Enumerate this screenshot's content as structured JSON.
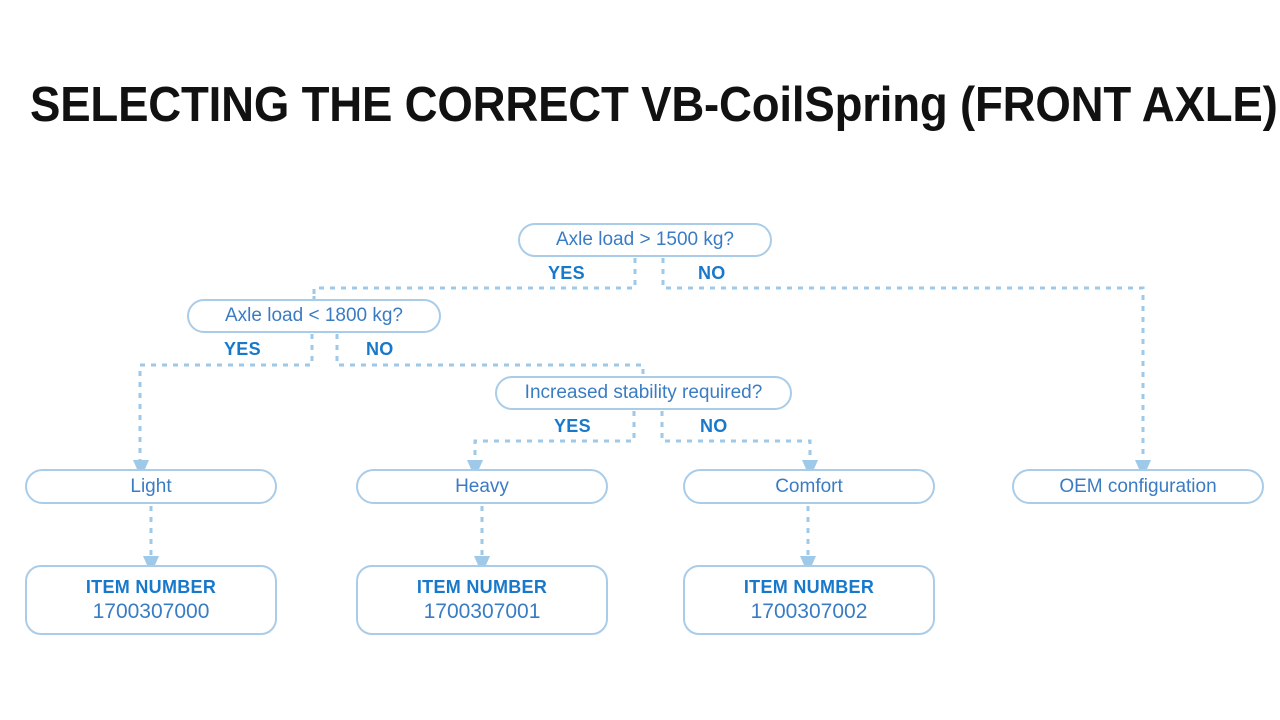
{
  "title": "SELECTING THE CORRECT VB-CoilSpring (FRONT AXLE)",
  "colors": {
    "title_text": "#111111",
    "node_border": "#a9cce9",
    "node_text": "#3a7cc4",
    "branch_label_text": "#1878ca",
    "item_heading_text": "#1878ca",
    "connector": "#9ec9e8",
    "background": "#ffffff"
  },
  "flowchart": {
    "decisions": [
      {
        "id": "axle-load-gt-1500",
        "question": "Axle load > 1500 kg?",
        "yes_label": "YES",
        "no_label": "NO"
      },
      {
        "id": "axle-load-lt-1800",
        "question": "Axle load < 1800 kg?",
        "yes_label": "YES",
        "no_label": "NO"
      },
      {
        "id": "increased-stability",
        "question": "Increased stability required?",
        "yes_label": "YES",
        "no_label": "NO"
      }
    ],
    "outcomes": [
      {
        "id": "light",
        "label": "Light"
      },
      {
        "id": "heavy",
        "label": "Heavy"
      },
      {
        "id": "comfort",
        "label": "Comfort"
      },
      {
        "id": "oem",
        "label": "OEM configuration"
      }
    ],
    "item_numbers": [
      {
        "id": "item-light",
        "heading": "ITEM NUMBER",
        "value": "1700307000"
      },
      {
        "id": "item-heavy",
        "heading": "ITEM NUMBER",
        "value": "1700307001"
      },
      {
        "id": "item-comfort",
        "heading": "ITEM NUMBER",
        "value": "1700307002"
      }
    ]
  }
}
